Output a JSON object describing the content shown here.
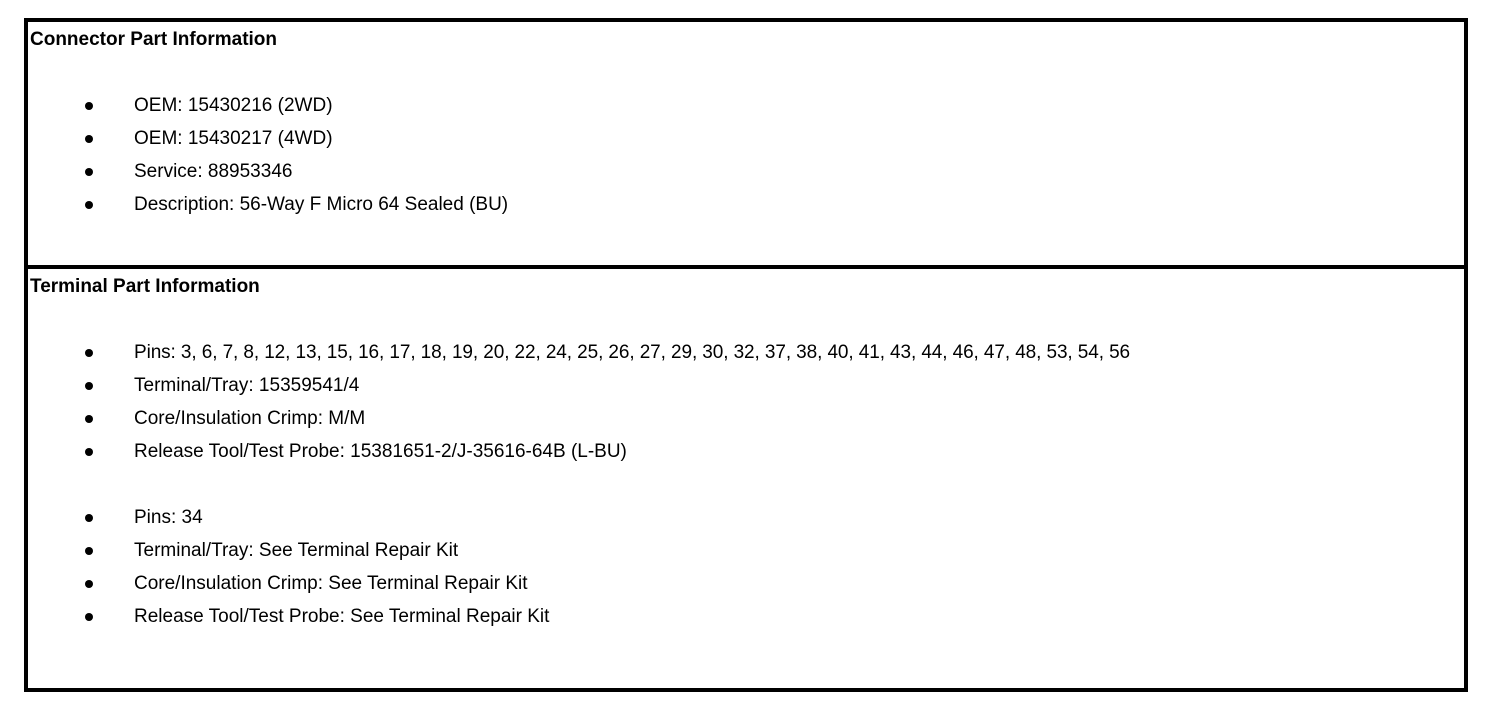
{
  "document": {
    "background_color": "#ffffff",
    "border_color": "#000000",
    "text_color": "#000000"
  },
  "sections": [
    {
      "id": "connector-part-information",
      "title": "Connector Part Information",
      "groups": [
        {
          "items": [
            "OEM: 15430216 (2WD)",
            "OEM: 15430217 (4WD)",
            "Service: 88953346",
            "Description: 56-Way F Micro 64 Sealed (BU)"
          ]
        }
      ]
    },
    {
      "id": "terminal-part-information",
      "title": "Terminal Part Information",
      "groups": [
        {
          "items": [
            "Pins: 3, 6, 7, 8, 12, 13, 15, 16, 17, 18, 19, 20, 22, 24, 25, 26, 27, 29, 30, 32, 37, 38, 40, 41, 43, 44, 46, 47, 48, 53, 54, 56",
            "Terminal/Tray: 15359541/4",
            "Core/Insulation Crimp: M/M",
            "Release Tool/Test Probe: 15381651-2/J-35616-64B (L-BU)"
          ]
        },
        {
          "items": [
            "Pins: 34",
            "Terminal/Tray: See Terminal Repair Kit",
            "Core/Insulation Crimp: See Terminal Repair Kit",
            "Release Tool/Test Probe: See Terminal Repair Kit"
          ]
        }
      ]
    }
  ]
}
